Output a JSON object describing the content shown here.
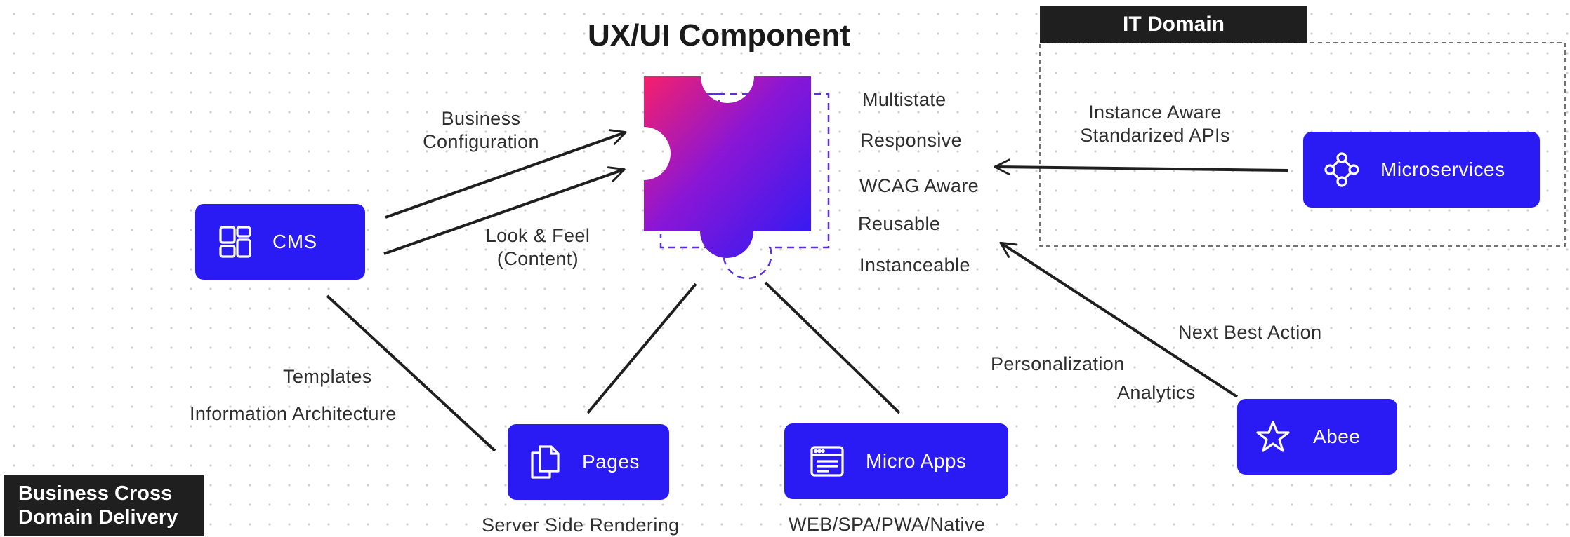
{
  "title": "UX/UI Component",
  "it_domain": {
    "label": "IT Domain"
  },
  "footer_tag": {
    "line1": "Business Cross",
    "line2": "Domain Delivery"
  },
  "nodes": {
    "cms": {
      "label": "CMS",
      "icon": "layout-dashboard-icon"
    },
    "microservices": {
      "label": "Microservices",
      "icon": "nodes-diamond-icon"
    },
    "pages": {
      "label": "Pages",
      "icon": "copy-pages-icon"
    },
    "micro_apps": {
      "label": "Micro Apps",
      "icon": "browser-window-icon"
    },
    "abee": {
      "label": "Abee",
      "icon": "star-icon"
    }
  },
  "properties": [
    "Multistate",
    "Responsive",
    "WCAG Aware",
    "Reusable",
    "Instanceable"
  ],
  "edge_labels": {
    "business_configuration": [
      "Business",
      "Configuration"
    ],
    "look_and_feel": [
      "Look & Feel",
      "(Content)"
    ],
    "instance_aware": [
      "Instance Aware",
      "Standarized APIs"
    ],
    "templates": "Templates",
    "information_architecture": "Information Architecture",
    "next_best_action": "Next Best Action",
    "personalization": "Personalization",
    "analytics": "Analytics"
  },
  "captions": {
    "pages": "Server Side Rendering",
    "micro_apps": "WEB/SPA/PWA/Native"
  },
  "colors": {
    "node": "#2a1bf5",
    "puzzle_start": "#f71f6a",
    "puzzle_mid": "#8a16d6",
    "puzzle_end": "#2a1bf5",
    "dashed_outline": "#5b2de3",
    "tag": "#1f1f1f",
    "arrow": "#1f1f1f"
  }
}
